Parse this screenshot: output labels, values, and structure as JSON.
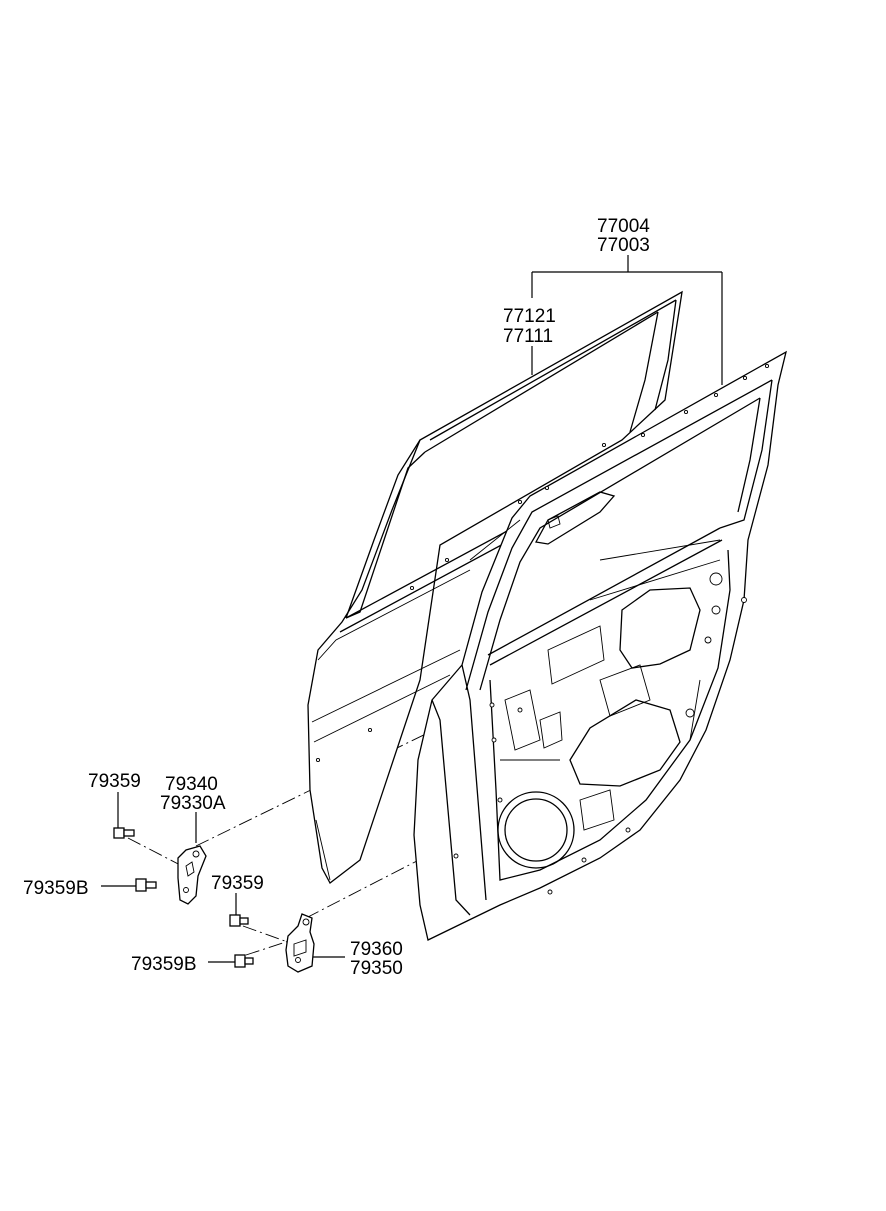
{
  "colors": {
    "background": "#ffffff",
    "ink": "#000000"
  },
  "labels": {
    "door_assembly_lh": "77004",
    "door_assembly_rh": "77003",
    "outer_panel_lh": "77121",
    "outer_panel_rh": "77111",
    "upper_hinge_screw": "79359",
    "upper_hinge_part_a": "79340",
    "upper_hinge_part_b": "79330A",
    "upper_hinge_bolt": "79359B",
    "lower_hinge_screw": "79359",
    "lower_hinge_bolt": "79359B",
    "lower_hinge_part_a": "79360",
    "lower_hinge_part_b": "79350"
  }
}
